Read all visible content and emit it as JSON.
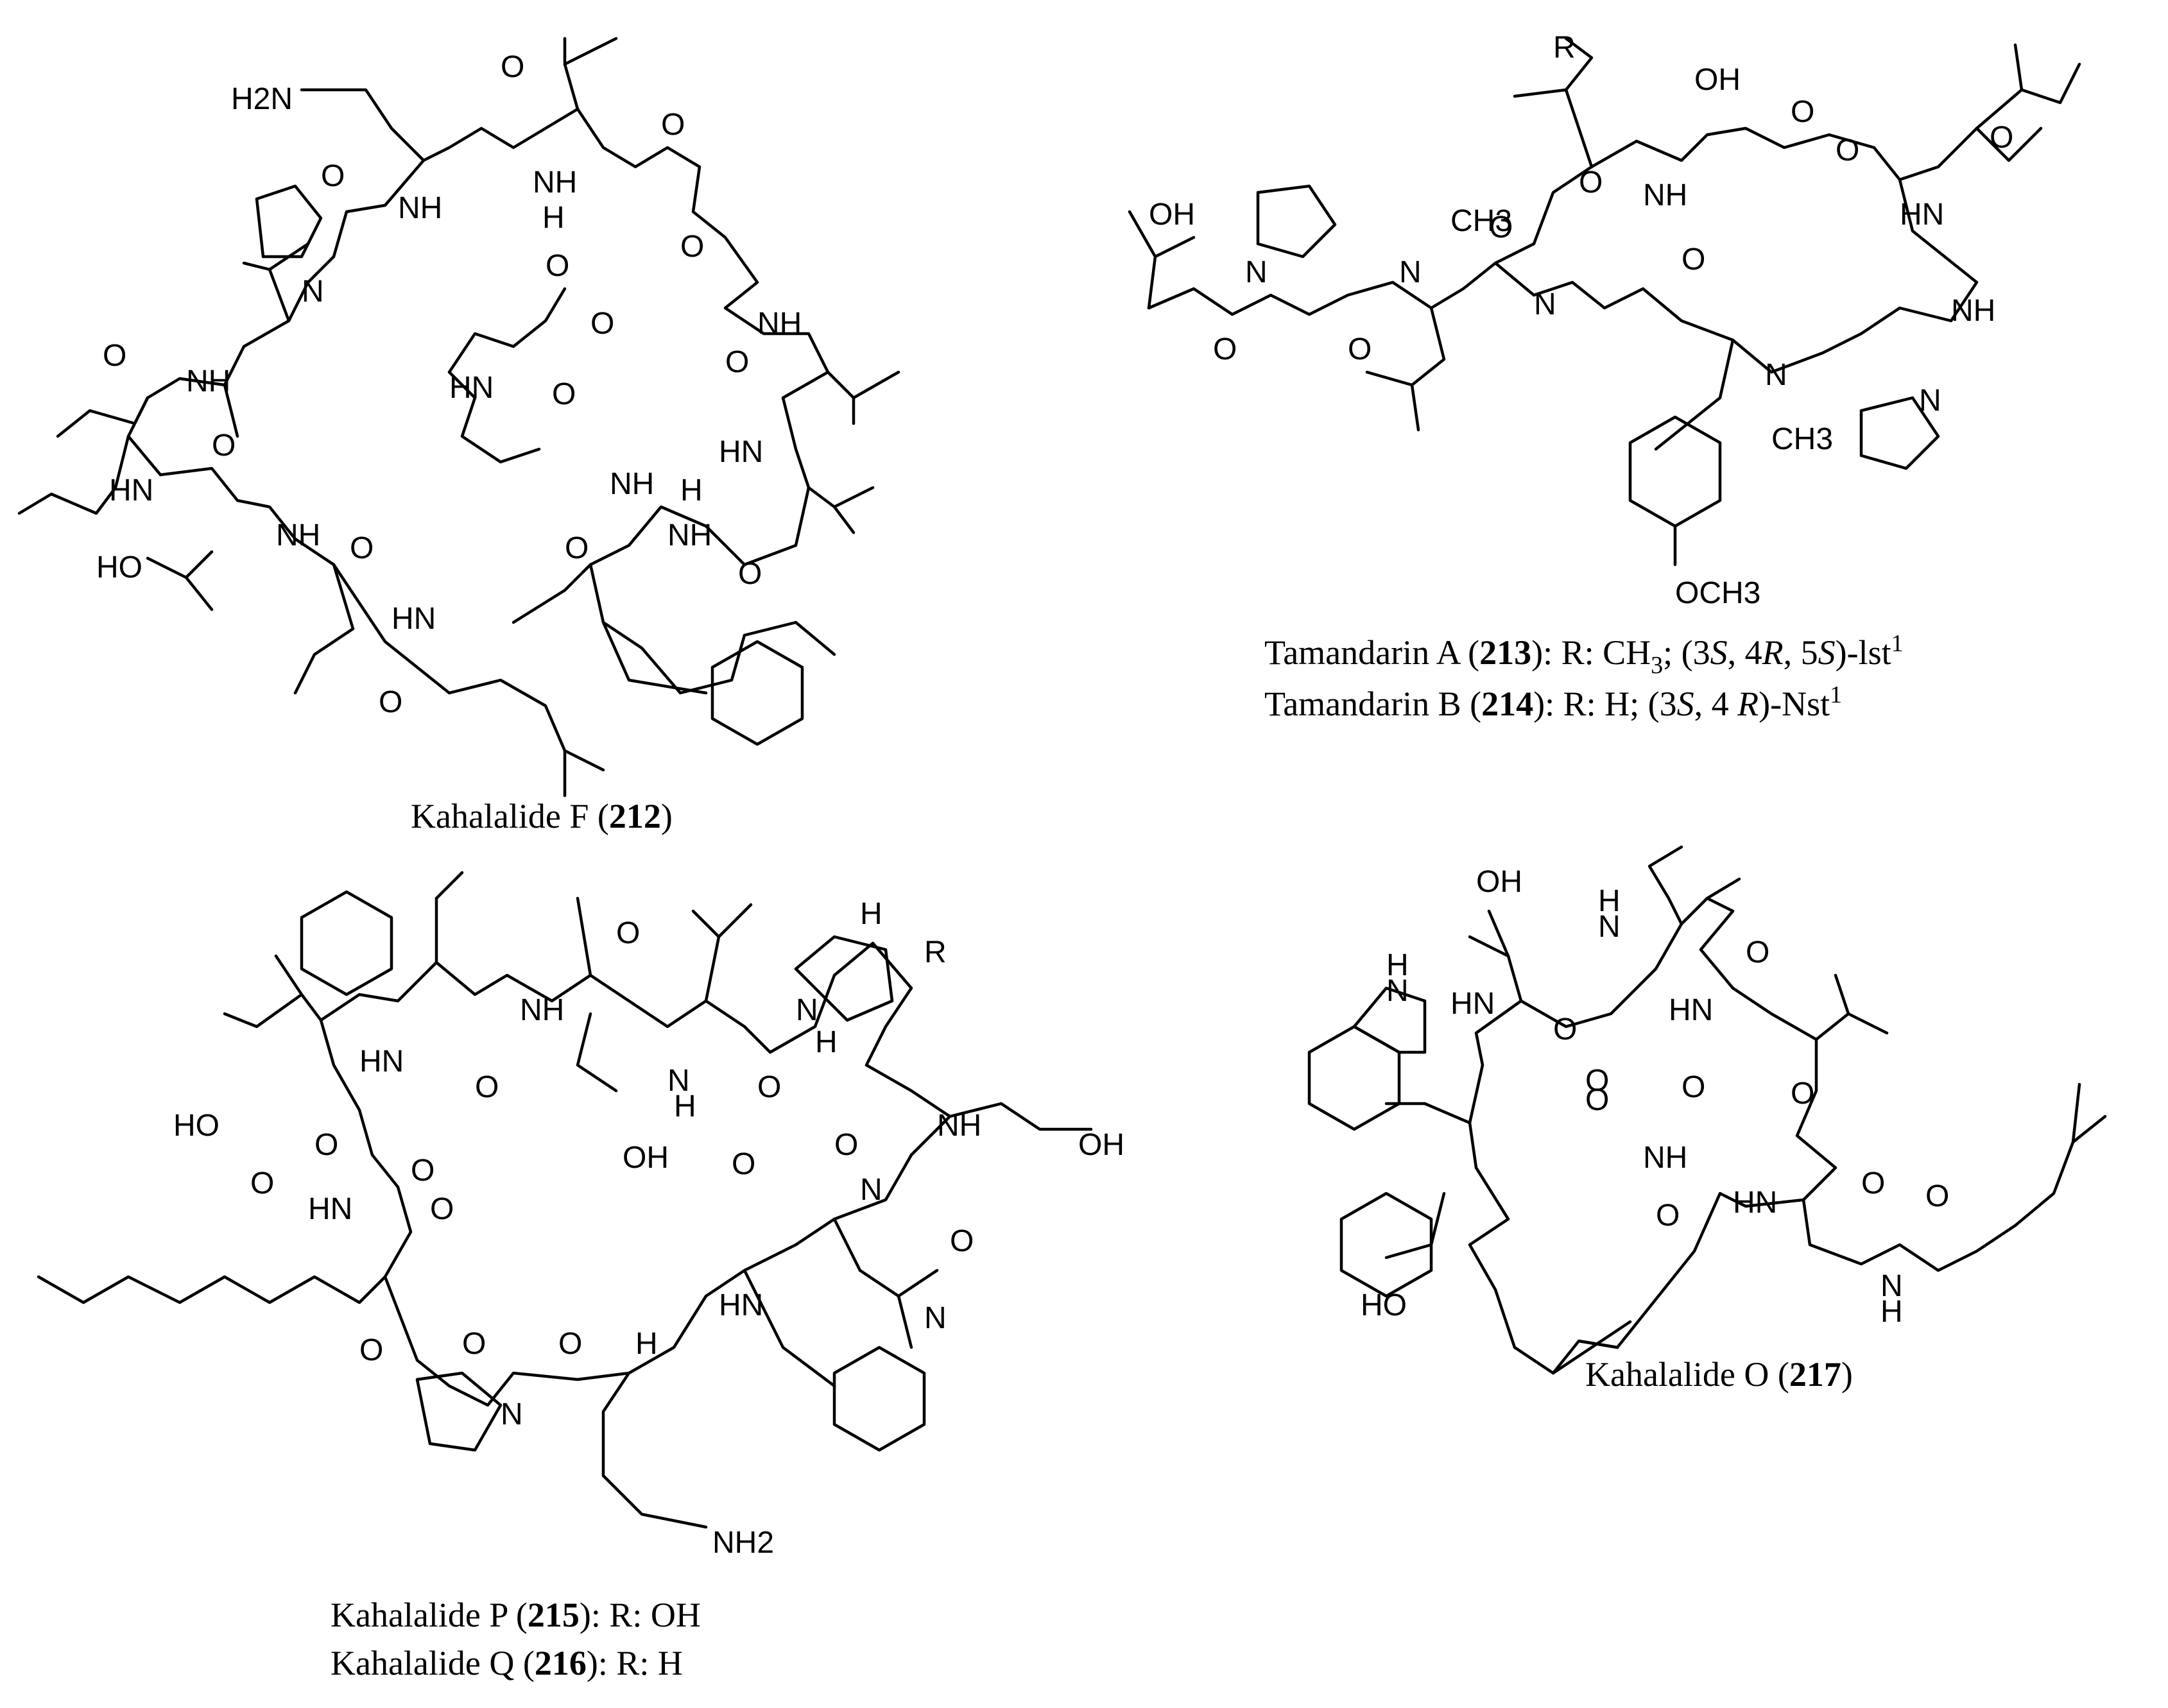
{
  "compounds": [
    {
      "name": "Kahalalide F",
      "number": "212",
      "atoms": [
        "H2N",
        "O",
        "O",
        "NH",
        "NH",
        "H",
        "N",
        "O",
        "O",
        "NH",
        "O",
        "O",
        "HN",
        "O",
        "HN",
        "NH",
        "O",
        "NH",
        "HN",
        "O",
        "H",
        "NH",
        "O",
        "HO",
        "O",
        "NH",
        "O",
        "HN",
        "O",
        "O"
      ]
    },
    {
      "name": "Tamandarin A",
      "number": "213",
      "atoms": [
        "R",
        "OH",
        "O",
        "O",
        "O",
        "OH",
        "NH",
        "HN",
        "CH3",
        "N",
        "N",
        "O",
        "O",
        "N",
        "NH",
        "O",
        "O",
        "O",
        "N",
        "N",
        "CH3",
        "OCH3"
      ]
    },
    {
      "name": "Tamandarin B",
      "number": "214"
    },
    {
      "name": "Kahalalide P",
      "number": "215",
      "atoms": [
        "H",
        "R",
        "O",
        "H",
        "NH",
        "O",
        "N",
        "HO",
        "O",
        "HN",
        "N",
        "H",
        "O",
        "OH",
        "O",
        "O",
        "NH",
        "OH",
        "O",
        "HN",
        "N",
        "O",
        "O",
        "HN",
        "O",
        "O",
        "O",
        "N",
        "N",
        "H",
        "O",
        "NH2"
      ]
    },
    {
      "name": "Kahalalide Q",
      "number": "216"
    },
    {
      "name": "Kahalalide O",
      "number": "217",
      "atoms": [
        "OH",
        "N",
        "H",
        "O",
        "H",
        "N",
        "HN",
        "O",
        "HN",
        "O",
        "O",
        "O",
        "O",
        "NH",
        "HN",
        "O",
        "O",
        "HO",
        "O",
        "N",
        "H"
      ]
    }
  ],
  "captions": {
    "kf": {
      "name": "Kahalalide F (",
      "num": "212",
      "close": ")"
    },
    "ta": {
      "name": "Tamandarin A (",
      "num": "213",
      "close": "): R: CH",
      "sub": "3",
      "rest1": "; (3",
      "s1": "S",
      "rest2": ", 4",
      "s2": "R",
      "rest3": ", 5",
      "s3": "S",
      "rest4": ")-lst",
      "sup": "1"
    },
    "tb": {
      "name": "Tamandarin B (",
      "num": "214",
      "close": "): R: H; (3",
      "s1": "S",
      "rest2": ", 4 ",
      "s2": "R",
      "rest3": ")-Nst",
      "sup": "1"
    },
    "kp": {
      "name": "Kahalalide P (",
      "num": "215",
      "close": "): R: OH"
    },
    "kq": {
      "name": "Kahalalide Q (",
      "num": "216",
      "close": "): R: H"
    },
    "ko": {
      "name": "Kahalalide O (",
      "num": "217",
      "close": ")"
    }
  }
}
